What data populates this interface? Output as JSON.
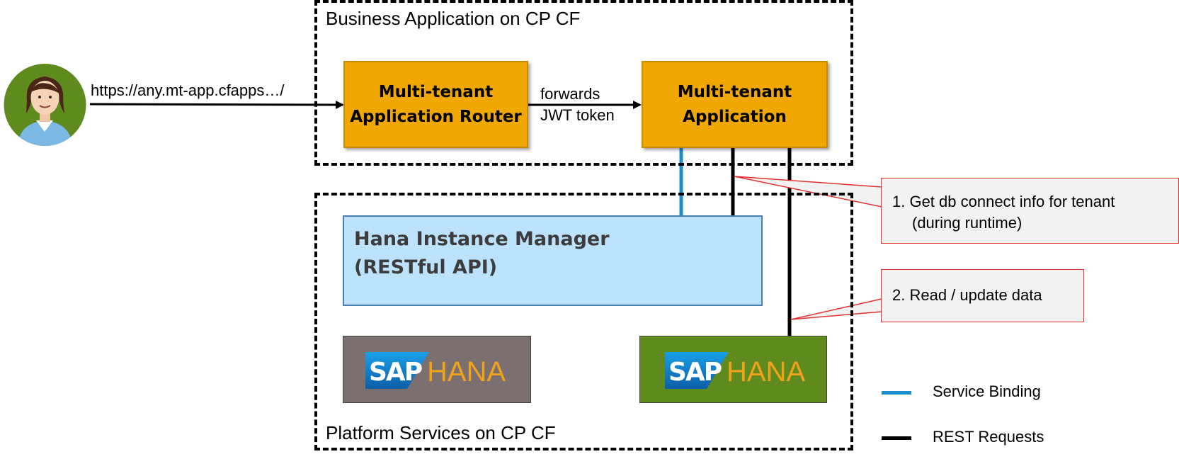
{
  "regions": {
    "business_app": "Business Application on CP CF",
    "platform_services": "Platform Services on CP CF"
  },
  "user": {
    "url": "https://any.mt-app.cfapps…/"
  },
  "app_router": {
    "line1": "Multi-tenant",
    "line2": "Application Router"
  },
  "forward_label": {
    "line1": "forwards",
    "line2": "JWT token"
  },
  "mt_app": {
    "line1": "Multi-tenant",
    "line2": "Application"
  },
  "instance_manager": {
    "line1": "Hana Instance Manager",
    "line2": "(RESTful API)"
  },
  "hana_logos": [
    {
      "sap": "SAP",
      "hana": "HANA",
      "bg": "#7b6f6f"
    },
    {
      "sap": "SAP",
      "hana": "HANA",
      "bg": "#5e8a1e"
    }
  ],
  "callouts": [
    {
      "text_line1": "1. Get db connect info for tenant",
      "text_line2": "(during runtime)"
    },
    {
      "text_line1": "2. Read / update data"
    }
  ],
  "legend": [
    {
      "label": "Service Binding",
      "color": "#1f8fcc"
    },
    {
      "label": "REST Requests",
      "color": "#000000"
    }
  ],
  "colors": {
    "orange": "#f0a800",
    "light_blue": "#bde3fc",
    "callout_border": "#e0312f",
    "avatar_bg": "#5e8a1e"
  }
}
